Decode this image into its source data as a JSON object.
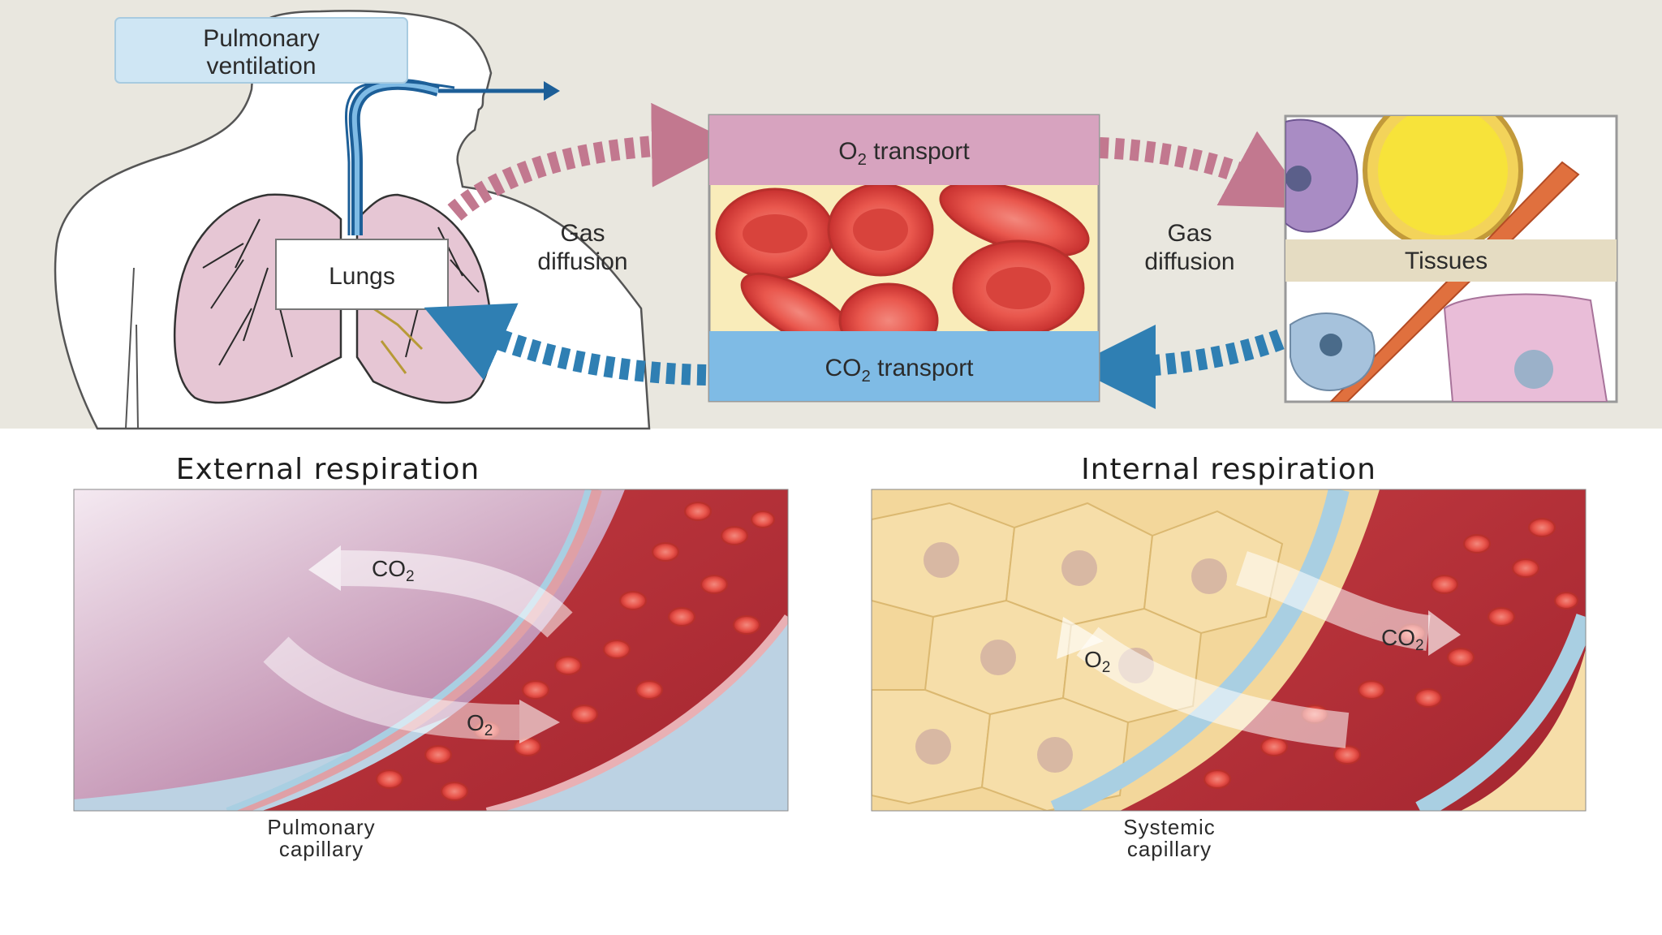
{
  "top_panel": {
    "pulmonary_label_line1": "Pulmonary",
    "pulmonary_label_line2": "ventilation",
    "lungs_label": "Lungs",
    "gas_diffusion_left_line1": "Gas",
    "gas_diffusion_left_line2": "diffusion",
    "gas_diffusion_right_line1": "Gas",
    "gas_diffusion_right_line2": "diffusion",
    "o2_transport": {
      "base": "O",
      "sub": "2",
      "rest": " transport"
    },
    "co2_transport": {
      "base": "CO",
      "sub": "2",
      "rest": " transport"
    },
    "tissues_label": "Tissues"
  },
  "external_panel": {
    "title": "External respiration",
    "co2_label": {
      "base": "CO",
      "sub": "2"
    },
    "o2_label": {
      "base": "O",
      "sub": "2"
    },
    "caption_line1": "Pulmonary",
    "caption_line2": "capillary"
  },
  "internal_panel": {
    "title": "Internal respiration",
    "co2_label": {
      "base": "CO",
      "sub": "2"
    },
    "o2_label": {
      "base": "O",
      "sub": "2"
    },
    "caption_line1": "Systemic",
    "caption_line2": "capillary"
  },
  "colors": {
    "top_background": "#e9e7df",
    "o2_arrow": "#c2788f",
    "co2_arrow": "#2f7fb3",
    "o2_band": "#d7a3bf",
    "co2_band": "#7fbbe5",
    "blood": "#b82d33",
    "rbc": "#e0453f",
    "tissue_cells": "#f3d79b",
    "vessel_wall": "#a9cfe2"
  }
}
